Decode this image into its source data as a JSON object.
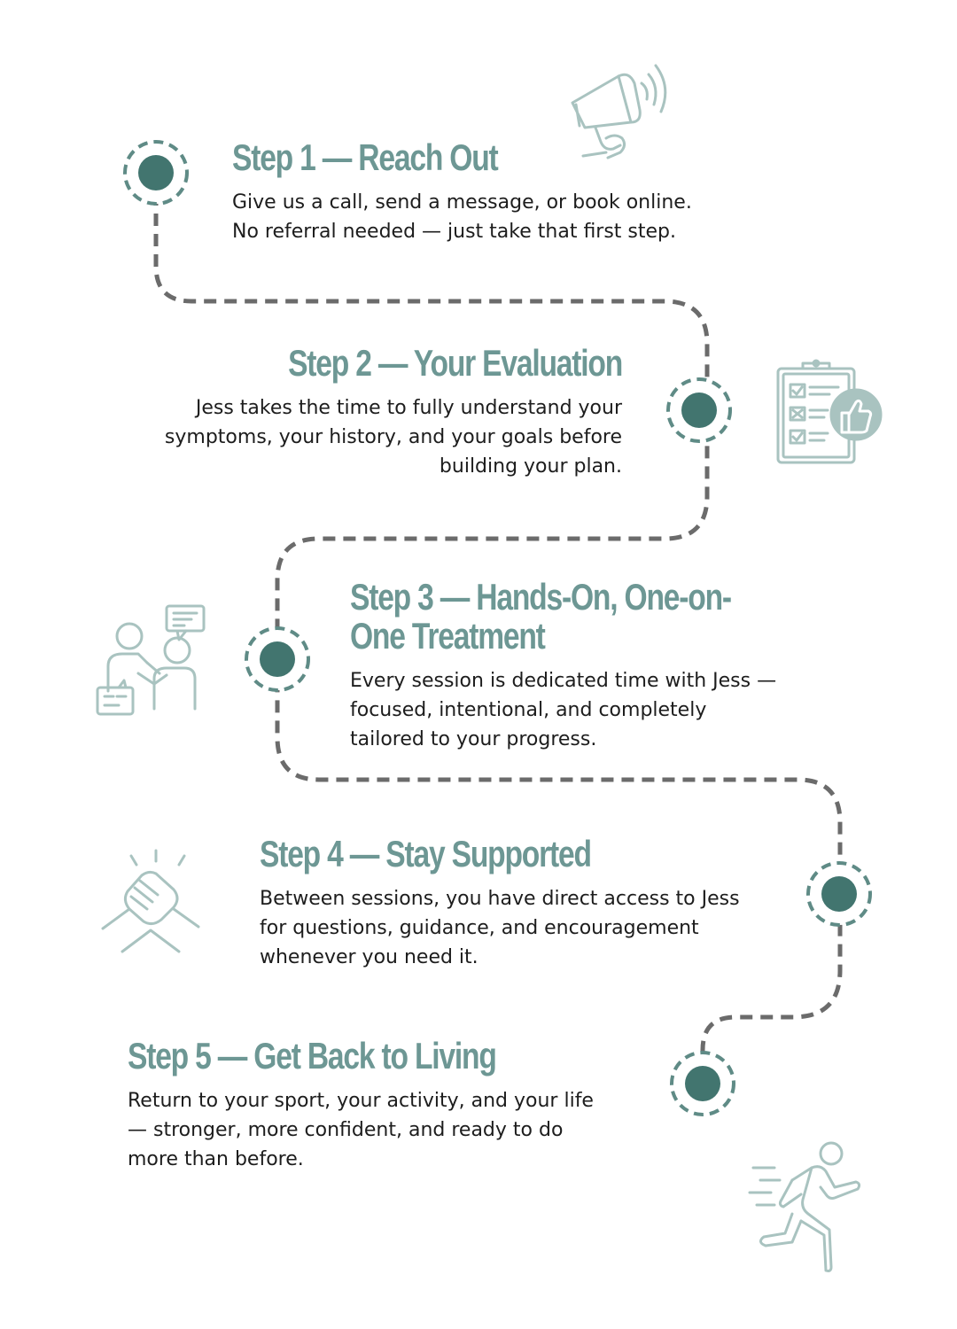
{
  "colors": {
    "title": "#6d9794",
    "text": "#1d1d1d",
    "node_fill": "#42756f",
    "node_ring": "#5f8b86",
    "path": "#6b6b6b",
    "icon": "#a9c3c0"
  },
  "steps": [
    {
      "title": "Step 1 — Reach Out",
      "lines": [
        "Give us a call, send a message, or book online.",
        "No referral needed — just take that first step."
      ],
      "icon": "megaphone-icon"
    },
    {
      "title": "Step 2 — Your Evaluation",
      "lines": [
        "Jess takes the time to fully understand your",
        "symptoms, your history, and your goals before",
        "building your plan."
      ],
      "icon": "clipboard-thumbs-up-icon"
    },
    {
      "title_lines": [
        "Step 3 — Hands-On, One-on-",
        "One Treatment"
      ],
      "lines": [
        "Every session is dedicated time with Jess —",
        "focused, intentional, and completely",
        "tailored to your progress."
      ],
      "icon": "consultation-icon"
    },
    {
      "title": "Step 4 — Stay Supported",
      "lines": [
        "Between sessions, you have direct access to Jess",
        "for questions, guidance, and encouragement",
        "whenever you need it."
      ],
      "icon": "handshake-icon"
    },
    {
      "title": "Step 5 — Get Back to Living",
      "lines": [
        "Return to your sport, your activity, and your life",
        "— stronger, more confident, and ready to do",
        "more than before."
      ],
      "icon": "runner-icon"
    }
  ]
}
